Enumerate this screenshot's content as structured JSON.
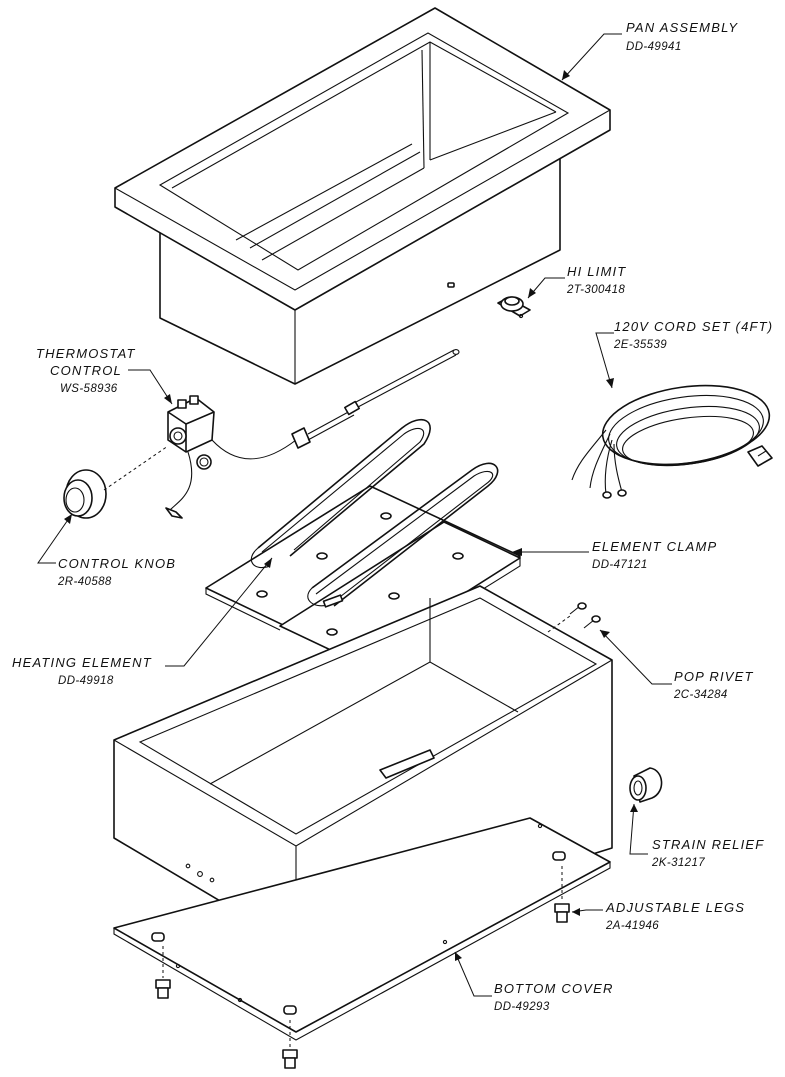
{
  "colors": {
    "ink": "#111111",
    "background": "#ffffff"
  },
  "parts": {
    "pan_assembly": {
      "name": "PAN ASSEMBLY",
      "number": "DD-49941"
    },
    "hi_limit": {
      "name": "HI LIMIT",
      "number": "2T-300418"
    },
    "cord_set": {
      "name": "120V CORD SET (4FT)",
      "number": "2E-35539"
    },
    "thermostat": {
      "name_line1": "THERMOSTAT",
      "name_line2": "CONTROL",
      "number": "WS-58936"
    },
    "control_knob": {
      "name": "CONTROL KNOB",
      "number": "2R-40588"
    },
    "element_clamp": {
      "name": "ELEMENT CLAMP",
      "number": "DD-47121"
    },
    "heating_element": {
      "name": "HEATING ELEMENT",
      "number": "DD-49918"
    },
    "pop_rivet": {
      "name": "POP RIVET",
      "number": "2C-34284"
    },
    "strain_relief": {
      "name": "STRAIN RELIEF",
      "number": "2K-31217"
    },
    "adjustable_legs": {
      "name": "ADJUSTABLE LEGS",
      "number": "2A-41946"
    },
    "bottom_cover": {
      "name": "BOTTOM COVER",
      "number": "DD-49293"
    }
  }
}
